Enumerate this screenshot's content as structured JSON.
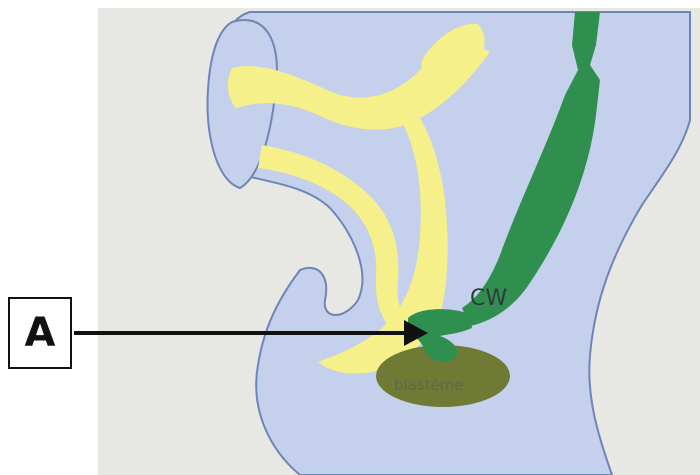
{
  "labels": {
    "marker": "A",
    "cw": "CW",
    "blastema": "blastème"
  },
  "colors": {
    "background": "#ffffff",
    "backdrop": "#e7e7e3",
    "tissue": "#c4d0ec",
    "tissue_outline": "#6f86b5",
    "yellow": "#f5f08a",
    "green": "#2f8f4e",
    "blastema": "#6f7a35",
    "arrow": "#111111"
  }
}
